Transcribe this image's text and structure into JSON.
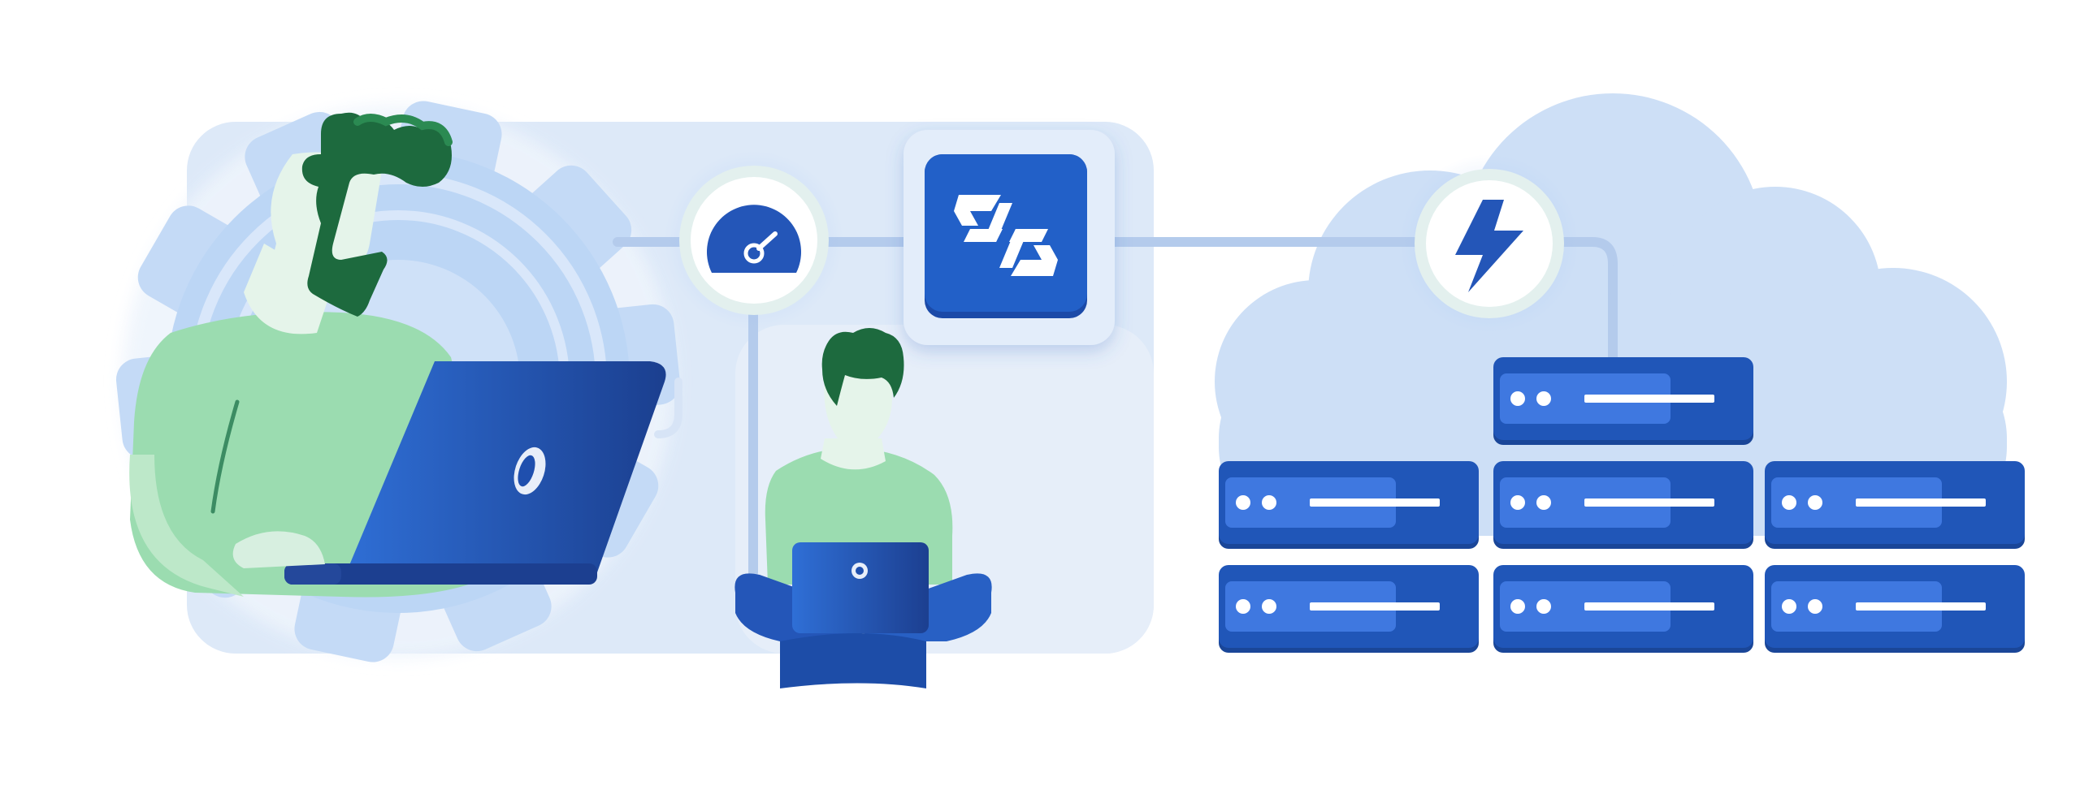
{
  "palette": {
    "background": "#ffffff",
    "panel": "#dde9f8",
    "panel_blue": "#c6dbf6",
    "cloud": "#cddff6",
    "gear": "#bcd6f5",
    "brand_blue": "#1f57bd",
    "server_face": "#2056b8",
    "server_strip": "#3f78e0",
    "shirt_green": "#9bdcb0",
    "hair_green": "#1d6a3e",
    "skin": "#e5f4ea",
    "connector": "#b4cbec",
    "connector_green": "#2f7a56",
    "node_ring": "#e3f0ee"
  },
  "icons": {
    "gear": "gear-icon",
    "speedometer": "speedometer-icon",
    "brand_logo": "brand-logo-icon",
    "lightning": "lightning-bolt-icon",
    "cloud": "cloud-icon",
    "server": "server-rack-icon"
  },
  "servers": {
    "count": 7,
    "rows": [
      1,
      3,
      3
    ]
  }
}
